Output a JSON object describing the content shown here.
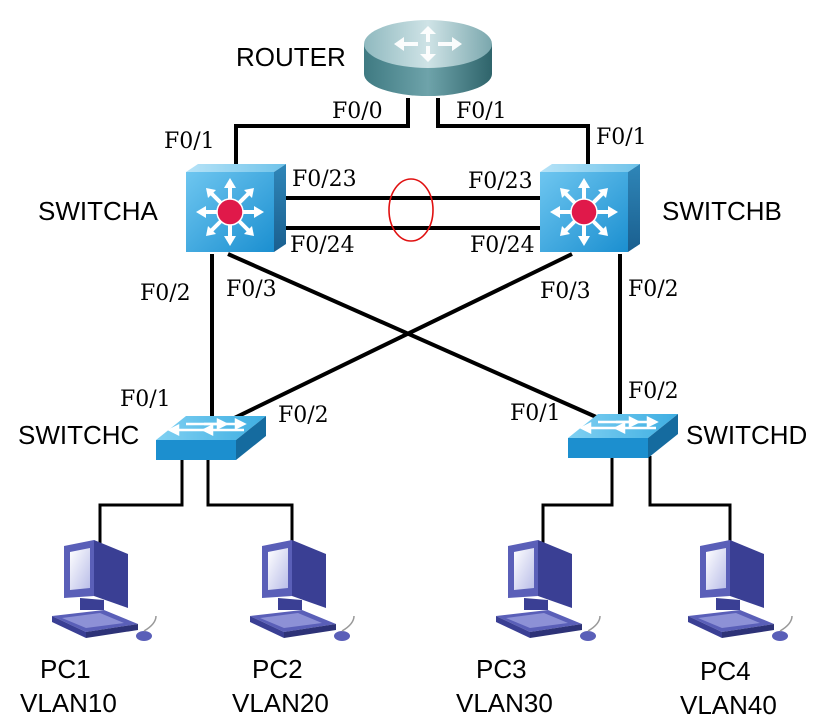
{
  "devices": {
    "router": "ROUTER",
    "switcha": "SWITCHA",
    "switchb": "SWITCHB",
    "switchc": "SWITCHC",
    "switchd": "SWITCHD"
  },
  "ports": {
    "router_f00": "F0/0",
    "router_f01": "F0/1",
    "sa_f01": "F0/1",
    "sb_f01": "F0/1",
    "sa_f023": "F0/23",
    "sb_f023": "F0/23",
    "sa_f024": "F0/24",
    "sb_f024": "F0/24",
    "sa_f02": "F0/2",
    "sa_f03": "F0/3",
    "sb_f03": "F0/3",
    "sb_f02": "F0/2",
    "sc_f01": "F0/1",
    "sc_f02": "F0/2",
    "sd_f01": "F0/1",
    "sd_f02": "F0/2"
  },
  "pcs": [
    {
      "name": "PC1",
      "vlan": "VLAN10"
    },
    {
      "name": "PC2",
      "vlan": "VLAN20"
    },
    {
      "name": "PC3",
      "vlan": "VLAN30"
    },
    {
      "name": "PC4",
      "vlan": "VLAN40"
    }
  ],
  "colors": {
    "device_blue": "#1c9bd6",
    "router_teal": "#4f8f96",
    "pc_purple": "#5a5fb8",
    "etherchannel_marker": "#e01010"
  }
}
